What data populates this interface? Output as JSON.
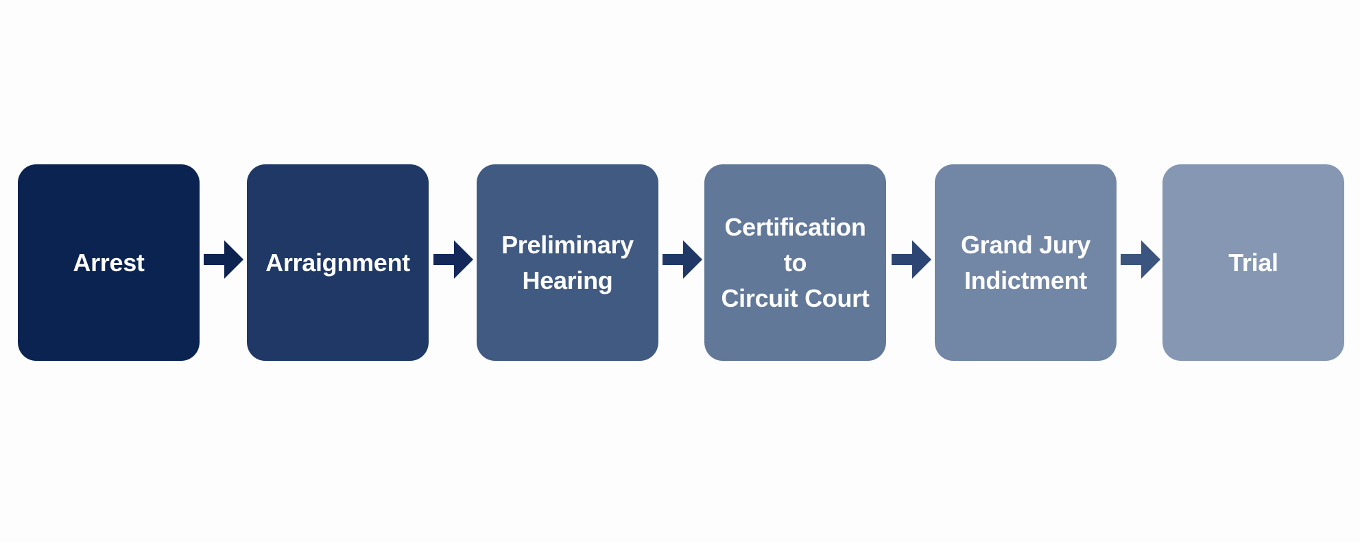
{
  "diagram": {
    "steps": [
      {
        "label": "Arrest",
        "color": "#0b2350"
      },
      {
        "label": "Arraignment",
        "color": "#1f3865"
      },
      {
        "label": "Preliminary\nHearing",
        "color": "#405a82"
      },
      {
        "label": "Certification to\nCircuit Court",
        "color": "#627899"
      },
      {
        "label": "Grand Jury\nIndictment",
        "color": "#7286a5"
      },
      {
        "label": "Trial",
        "color": "#8597b3"
      }
    ],
    "arrows": [
      {
        "color": "#0d2350"
      },
      {
        "color": "#14295a"
      },
      {
        "color": "#1f3865"
      },
      {
        "color": "#2d4572"
      },
      {
        "color": "#3c557f"
      }
    ]
  }
}
